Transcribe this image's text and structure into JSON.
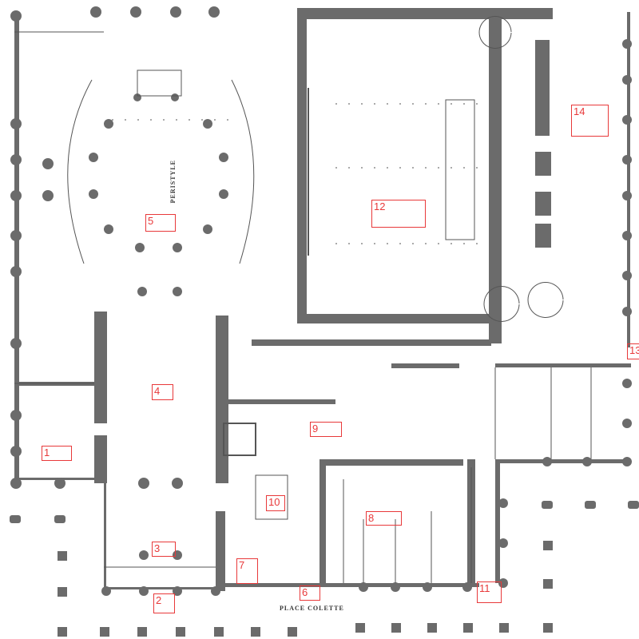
{
  "plan": {
    "street_label": "PLACE COLETTE",
    "room_labels": {
      "peristyle": "PERISTYLE"
    },
    "colors": {
      "wall": "#6b6b6b",
      "zone": "#e8393a",
      "line": "#555555"
    },
    "zones": [
      {
        "number": "1"
      },
      {
        "number": "2"
      },
      {
        "number": "3"
      },
      {
        "number": "4"
      },
      {
        "number": "5"
      },
      {
        "number": "6"
      },
      {
        "number": "7"
      },
      {
        "number": "8"
      },
      {
        "number": "9"
      },
      {
        "number": "10"
      },
      {
        "number": "11"
      },
      {
        "number": "12"
      },
      {
        "number": "13"
      },
      {
        "number": "14"
      }
    ]
  }
}
